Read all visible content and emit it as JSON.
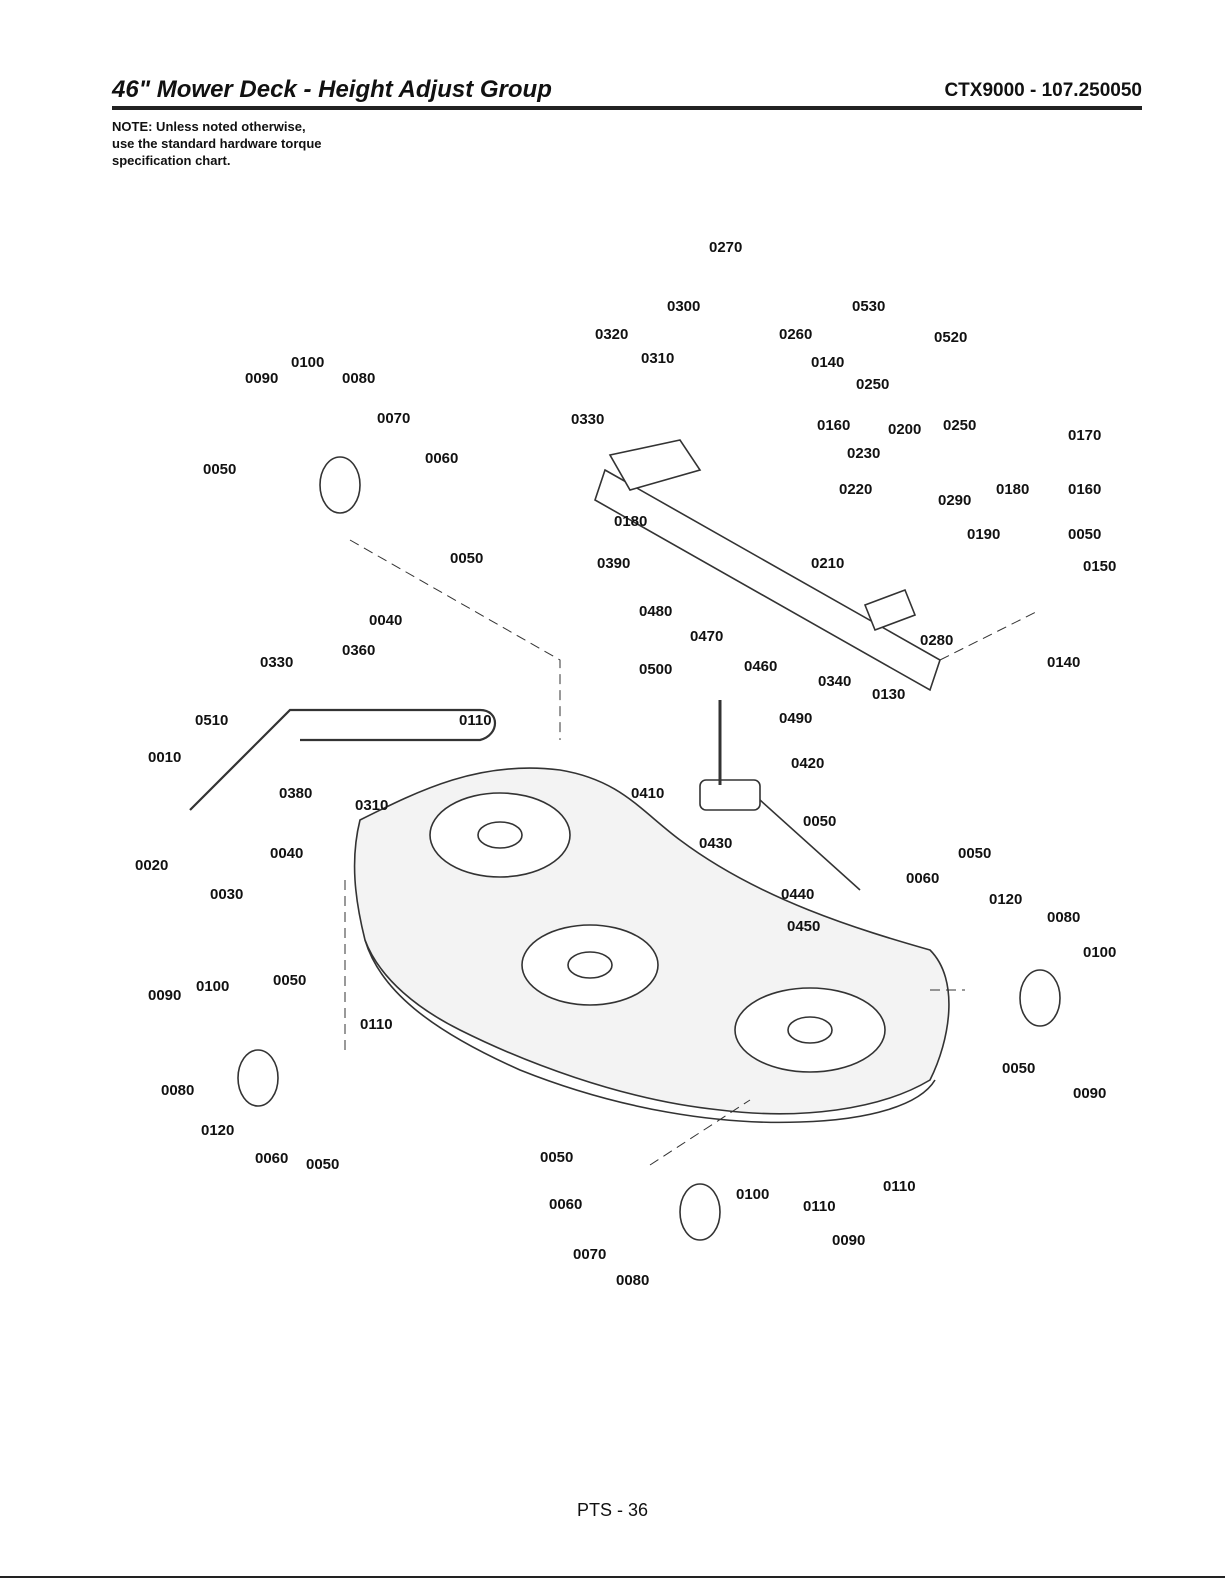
{
  "header": {
    "title": "46\" Mower Deck - Height Adjust Group",
    "model": "CTX9000 - 107.250050"
  },
  "note": {
    "line1": "NOTE: Unless noted otherwise,",
    "line2": "use the standard hardware torque",
    "line3": "specification chart."
  },
  "footer": {
    "page": "PTS - 36"
  },
  "callouts": [
    "0270",
    "0530",
    "0300",
    "0320",
    "0260",
    "0520",
    "0310",
    "0140",
    "0250",
    "0330",
    "0160",
    "0200",
    "0250",
    "0170",
    "0230",
    "0220",
    "0290",
    "0180",
    "0160",
    "0180",
    "0190",
    "0050",
    "0390",
    "0210",
    "0150",
    "0480",
    "0470",
    "0280",
    "0460",
    "0140",
    "0500",
    "0340",
    "0130",
    "0490",
    "0420",
    "0410",
    "0050",
    "0430",
    "0440",
    "0450",
    "0050",
    "0060",
    "0120",
    "0080",
    "0100",
    "0050",
    "0090",
    "0100",
    "0080",
    "0090",
    "0070",
    "0060",
    "0050",
    "0050",
    "0040",
    "0360",
    "0330",
    "0510",
    "0110",
    "0010",
    "0380",
    "0310",
    "0040",
    "0020",
    "0030",
    "0090",
    "0100",
    "0050",
    "0110",
    "0080",
    "0120",
    "0060",
    "0050",
    "0050",
    "0060",
    "0100",
    "0110",
    "0110",
    "0070",
    "0090",
    "0080"
  ]
}
